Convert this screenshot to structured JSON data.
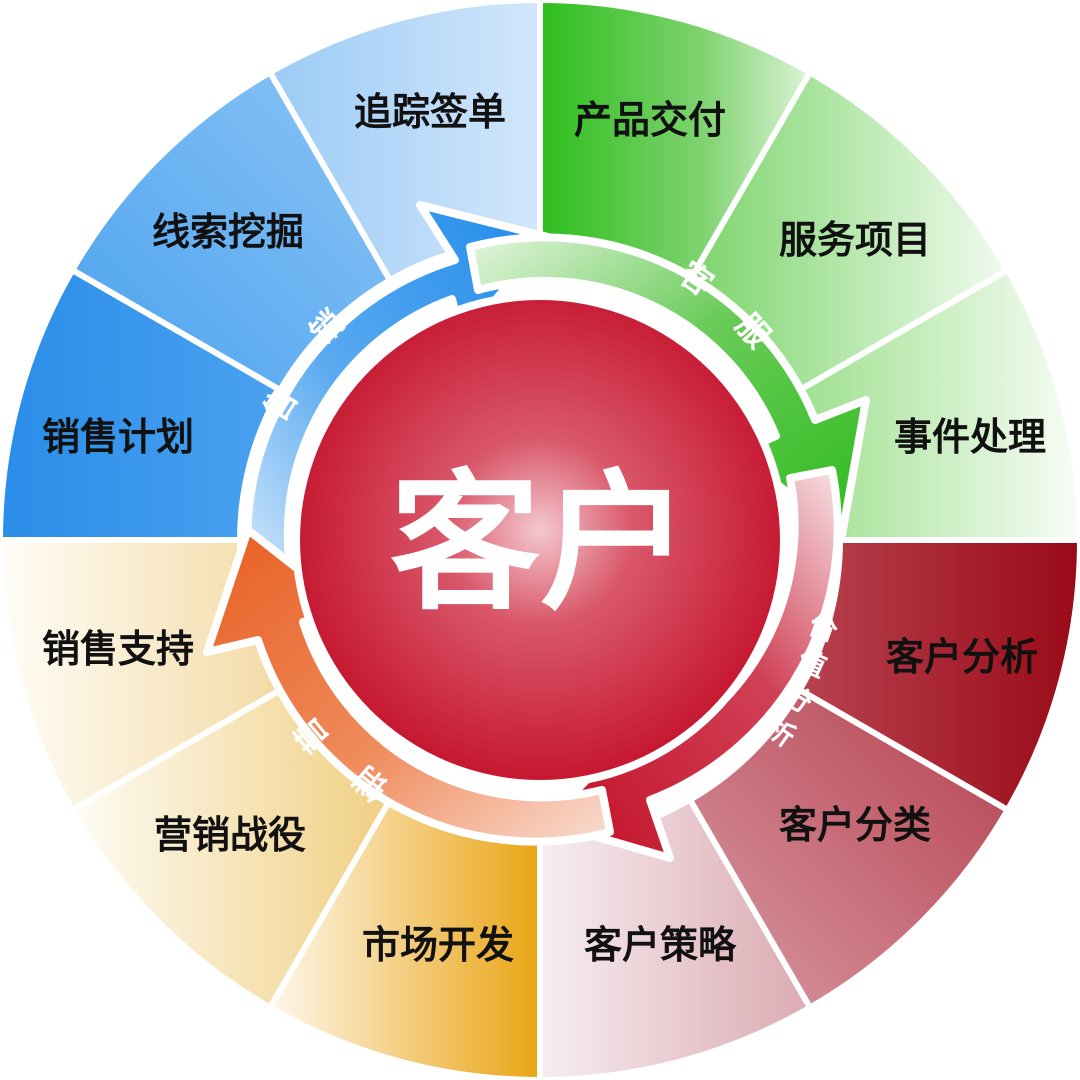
{
  "center": {
    "label": "客户",
    "color": "#c8102e"
  },
  "quadrants": [
    {
      "id": "sales",
      "ring_label": "销售",
      "ring_chars": [
        "售",
        "销"
      ],
      "color": "#2b8fe8",
      "color_light": "#cfe5fb",
      "sectors": [
        {
          "label": "销售计划"
        },
        {
          "label": "线索挖掘"
        },
        {
          "label": "追踪签单"
        }
      ]
    },
    {
      "id": "service",
      "ring_label": "客服",
      "ring_chars": [
        "客",
        "服"
      ],
      "color": "#2fbe1e",
      "color_light": "#e6f7e2",
      "sectors": [
        {
          "label": "产品交付"
        },
        {
          "label": "服务项目"
        },
        {
          "label": "事件处理"
        }
      ]
    },
    {
      "id": "value",
      "ring_label": "价值分析",
      "ring_chars": [
        "价",
        "值",
        "分",
        "析"
      ],
      "color": "#a5121f",
      "color_light": "#f1dfe3",
      "sectors": [
        {
          "label": "客户分析"
        },
        {
          "label": "客户分类"
        },
        {
          "label": "客户策略"
        }
      ]
    },
    {
      "id": "marketing",
      "ring_label": "营销",
      "ring_chars": [
        "营",
        "销"
      ],
      "color": "#eb6a2a",
      "color_light": "#fbf0d8",
      "sector_color": "#e9a618",
      "sectors": [
        {
          "label": "市场开发"
        },
        {
          "label": "营销战役"
        },
        {
          "label": "销售支持"
        }
      ]
    }
  ]
}
